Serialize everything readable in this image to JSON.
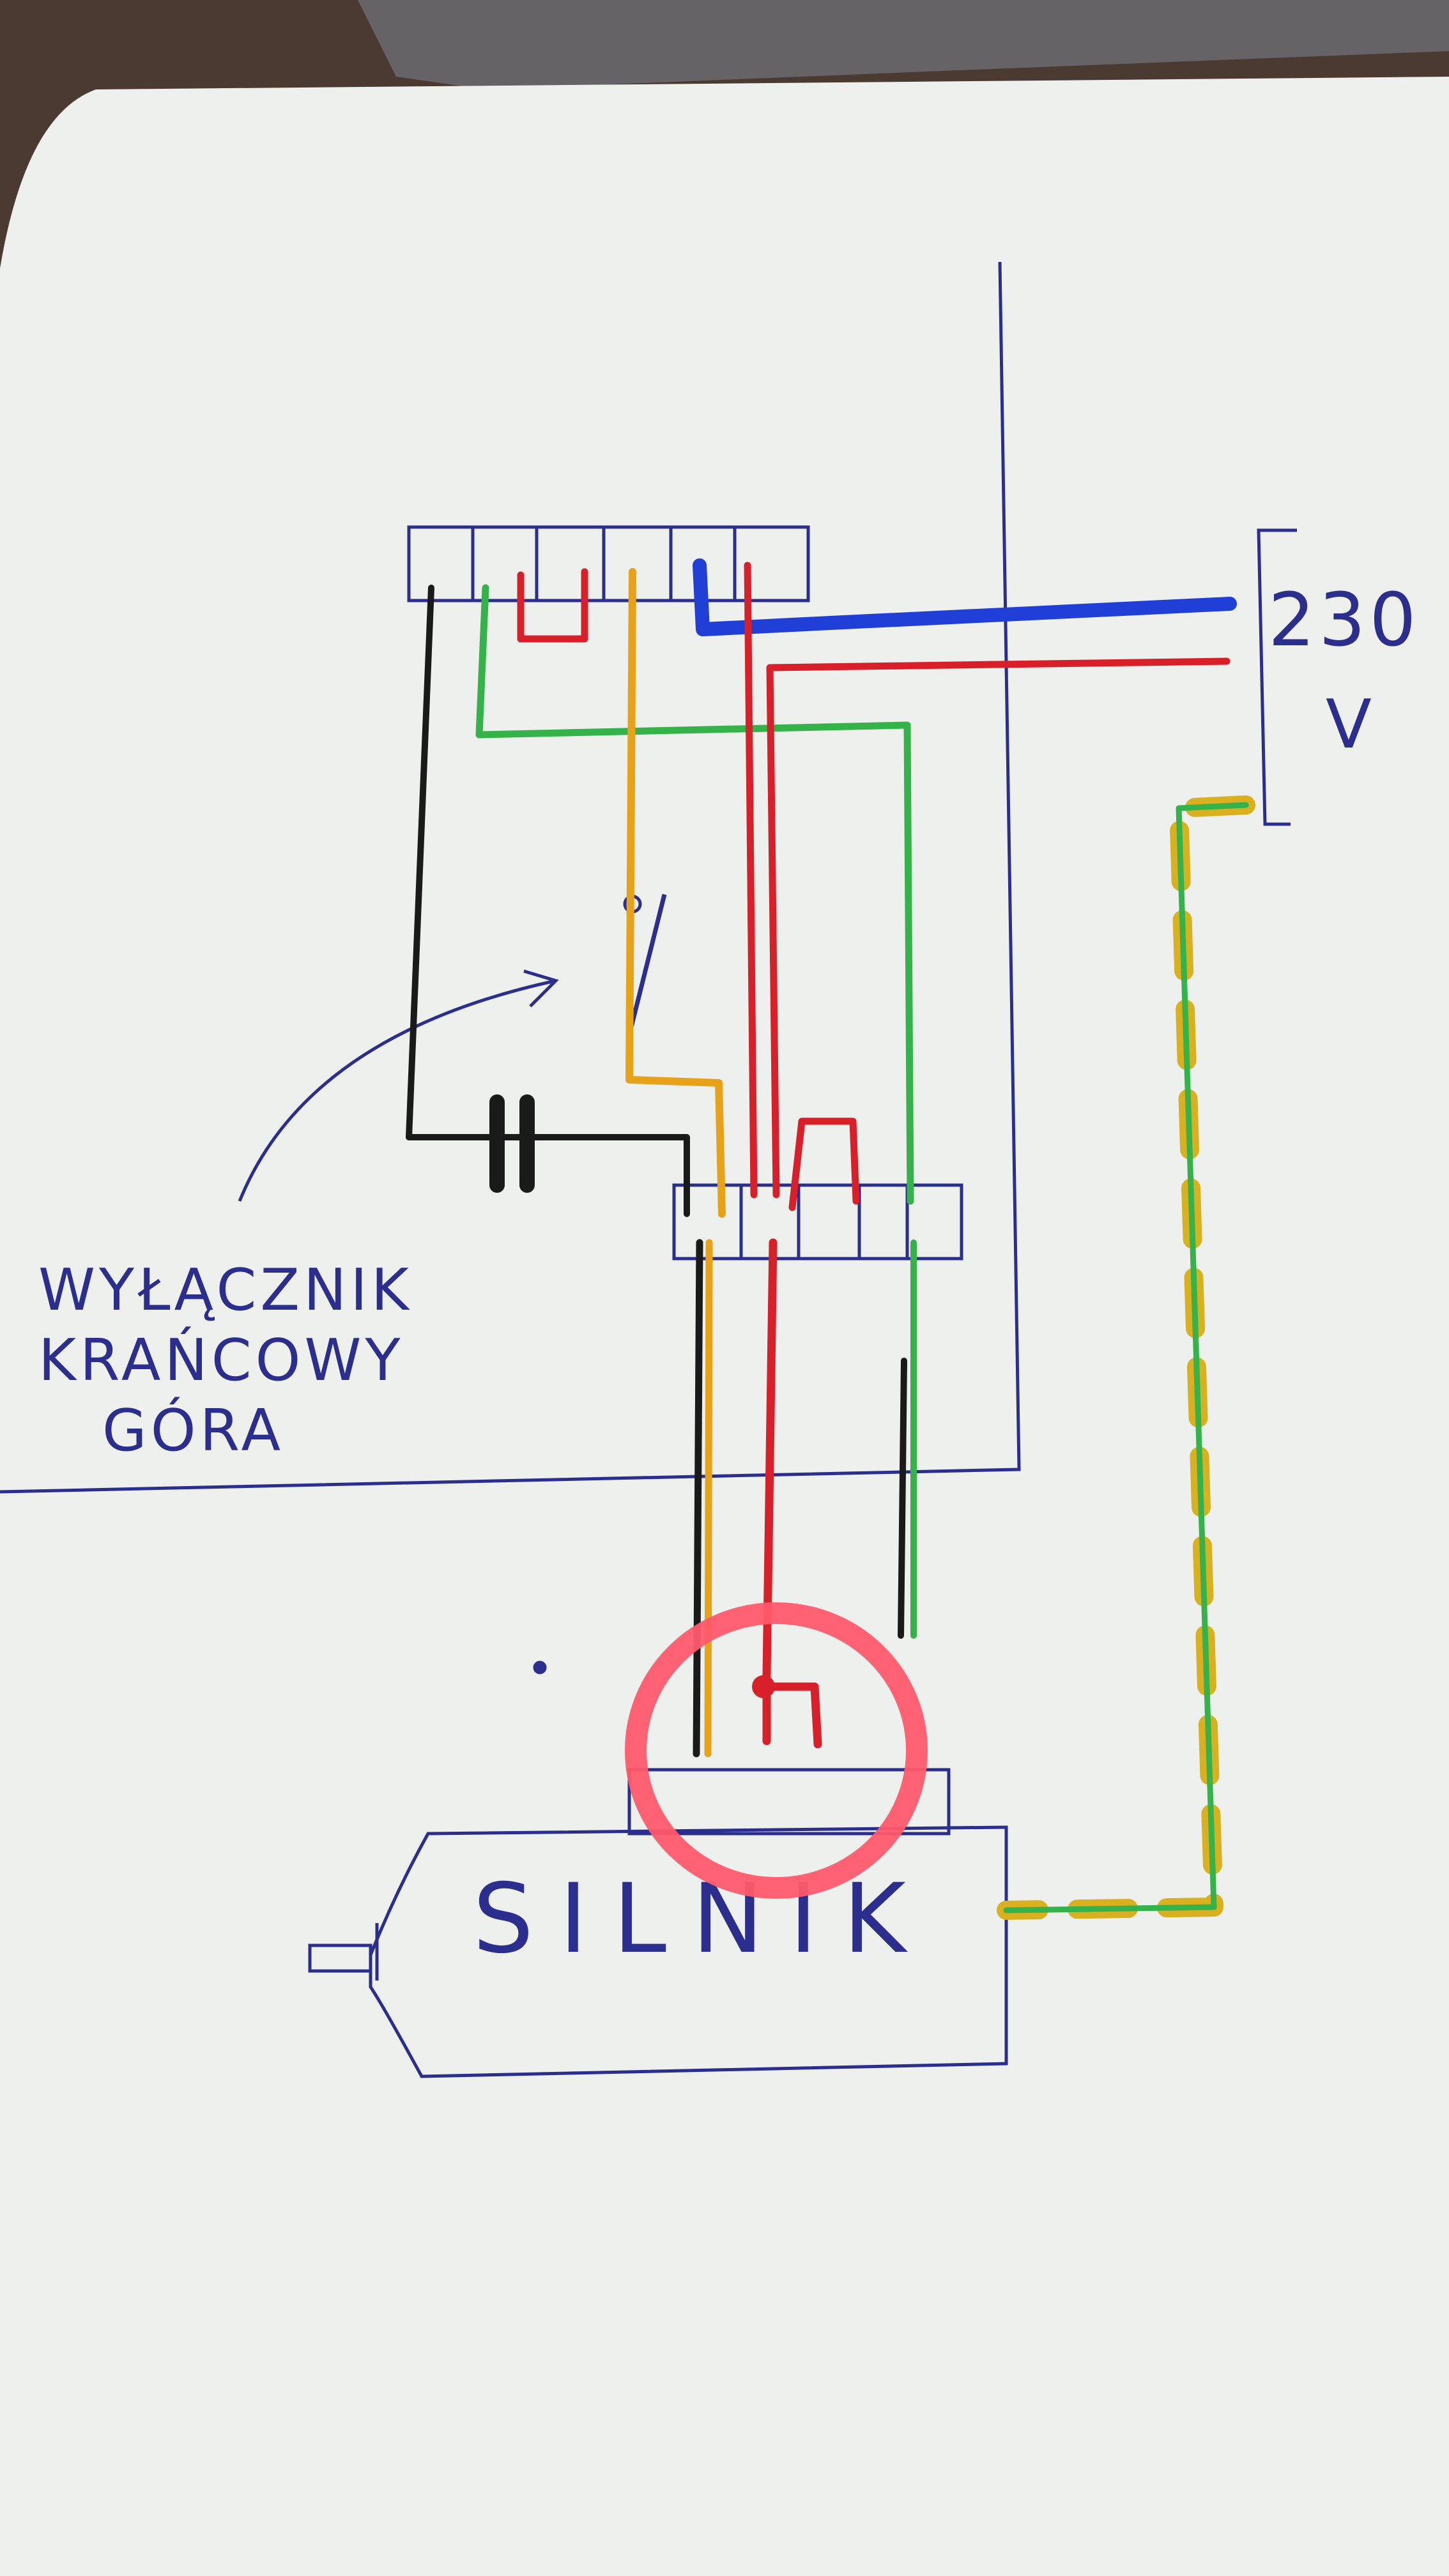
{
  "labels": {
    "supply": "230",
    "supply_unit": "V",
    "limit_switch_line1": "WYŁĄCZNIK",
    "limit_switch_line2": "KRAŃCOWY",
    "limit_switch_line3": "GÓRA",
    "motor": "SILNIK"
  },
  "colors": {
    "paper": "#eef0ee",
    "pen": "#2b2e8c",
    "black_wire": "#1a1a1a",
    "brown_wire": "#1a1a1a",
    "yellow_wire": "#e8a21a",
    "red_wire": "#d8202a",
    "blue_wire": "#1f3fd6",
    "green_wire": "#35b24a",
    "earth_stripe": "#d8b020",
    "highlight_circle": "#ff5a6a"
  }
}
